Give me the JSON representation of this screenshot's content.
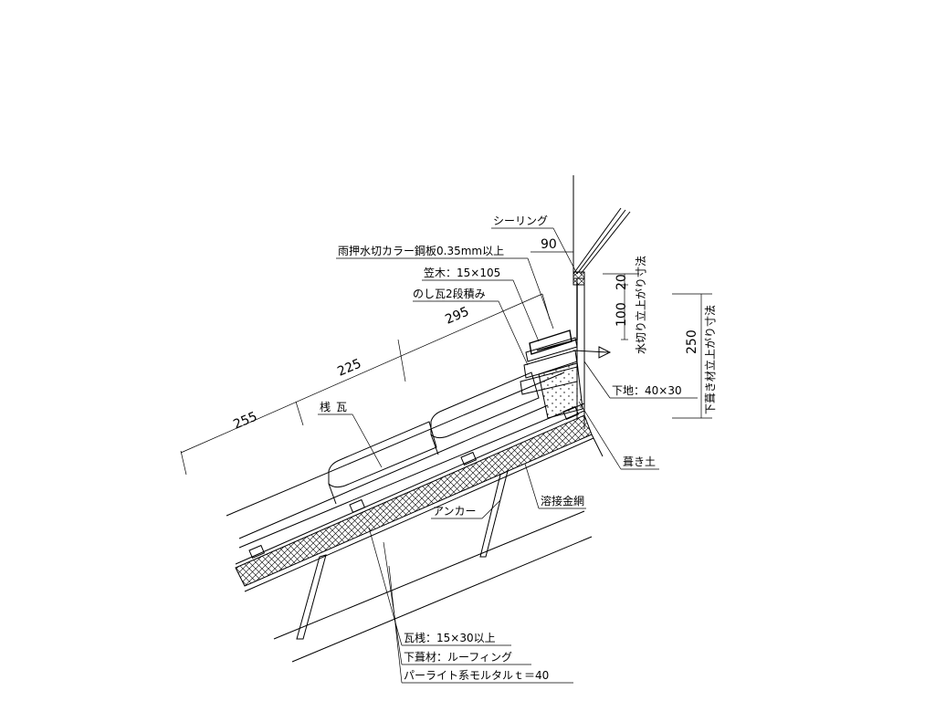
{
  "labels": {
    "sealing": "シーリング",
    "flashing": "雨押水切カラー鋼板0.35mm以上",
    "kasagi": "笠木：15×105",
    "noshi": "のし瓦2段積み",
    "sangawara": "桟瓦",
    "shitaji": "下地：40×30",
    "fukido": "葺き土",
    "wire_mesh": "溶接金網",
    "anchor": "アンカー",
    "batten": "瓦桟：15×30以上",
    "underlay": "下葺材：ルーフィング",
    "mortar": "パーライト系モルタルｔ＝40"
  },
  "dimensions": {
    "d255": "255",
    "d225": "225",
    "d295": "295",
    "d90": "90",
    "d20": "20",
    "d100": "100",
    "d250": "250",
    "flash_rise": "水切り立上がり寸法",
    "under_rise": "下葺き材立上がり寸法"
  }
}
